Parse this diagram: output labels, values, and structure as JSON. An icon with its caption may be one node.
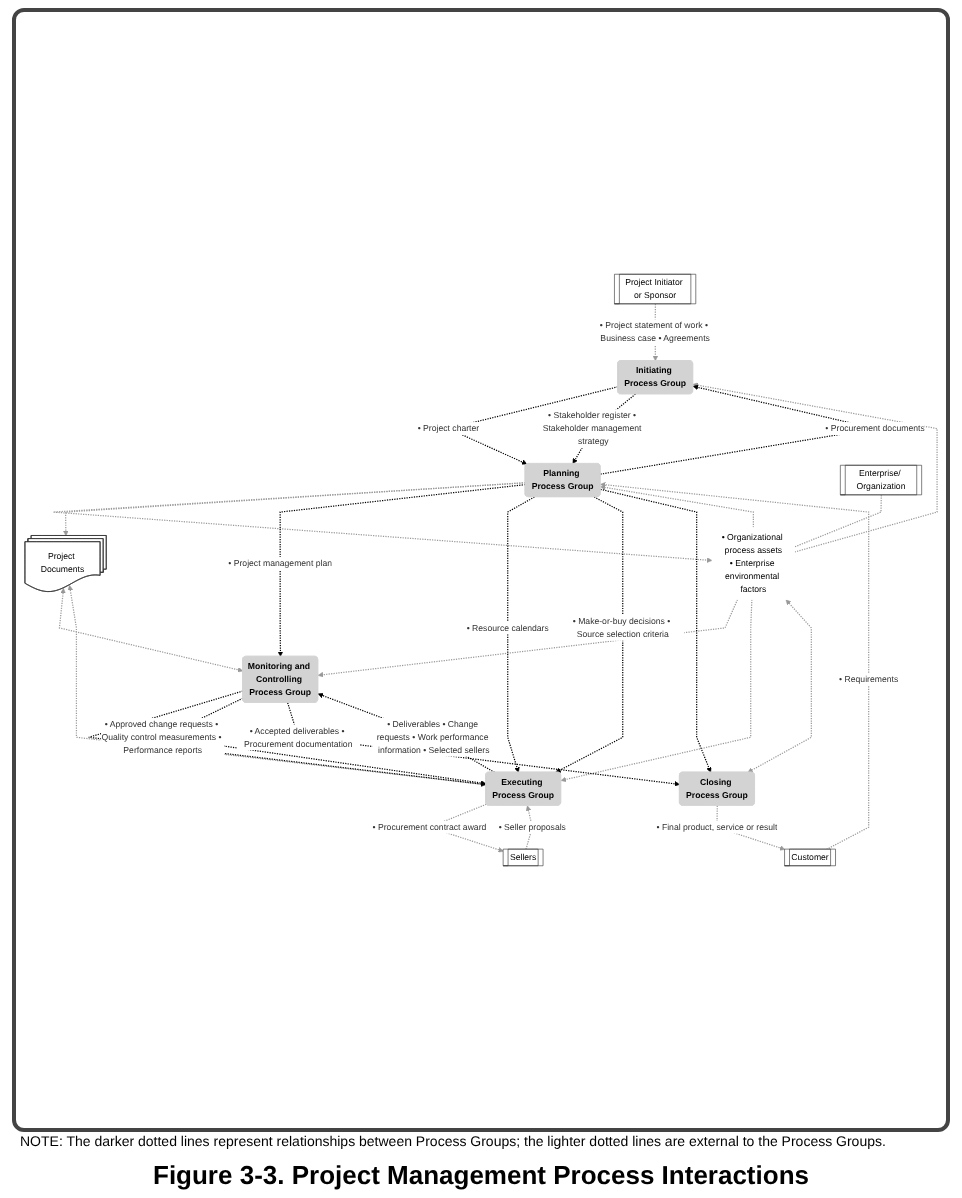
{
  "diagram": {
    "caption": "Figure 3-3. Project Management Process Interactions",
    "nodes": [
      {
        "text": [
          "Project Initiator or Sponsor"
        ]
      },
      {
        "text": [
          "Initiating Process Group"
        ]
      },
      {
        "text": [
          "Planning Process Group"
        ]
      },
      {
        "text": [
          "Project Documents"
        ]
      },
      {
        "text": [
          "Executing Process Group"
        ]
      },
      {
        "text": [
          "Monitoring and Controlling Process Group"
        ]
      },
      {
        "text": [
          "Closing Process Group"
        ]
      },
      {
        "text": [
          "• Organizational process assets",
          "• Enterprise environmental factors"
        ]
      },
      {
        "text": [
          "Enterprise/ Organization"
        ]
      },
      {
        "text": [
          "Customer"
        ]
      },
      {
        "text": [
          "Sellers"
        ]
      }
    ],
    "edges": [
      {
        "from": 0,
        "to": 1,
        "arrow": "to",
        "label": "• Project statement of work • Business case • Agreements",
        "style": "dashed"
      },
      {
        "from": 7,
        "to": 1,
        "arrow": "to",
        "style": "dashed"
      },
      {
        "from": 2,
        "to": 1,
        "arrow": "to",
        "label": "• Procurement documents",
        "style": "dashed",
        "color": "#000000"
      },
      {
        "from": 1,
        "to": 2,
        "arrow": "to",
        "label": "• Project charter",
        "style": "dashed",
        "color": "#000000"
      },
      {
        "from": 1,
        "to": 2,
        "arrow": "to",
        "label": "• Stakeholder register • Stakeholder management strategy",
        "style": "dashed",
        "color": "#000000"
      },
      {
        "from": 7,
        "to": 2,
        "arrow": "to",
        "style": "dashed"
      },
      {
        "from": 2,
        "to": 7,
        "arrow": "to",
        "style": "dashed"
      },
      {
        "from": 8,
        "to": 7,
        "arrow": "none",
        "style": "dashed"
      },
      {
        "from": 7,
        "to": 5,
        "arrow": "to",
        "style": "dashed"
      },
      {
        "from": 7,
        "to": 4,
        "arrow": "to",
        "style": "dashed"
      },
      {
        "from": 2,
        "to": 3,
        "arrow": "to",
        "style": "dashed"
      },
      {
        "from": 3,
        "to": 5,
        "arrow": "both",
        "style": "dashed"
      },
      {
        "from": 3,
        "to": 4,
        "arrow": "both",
        "style": "dashed"
      },
      {
        "from": 2,
        "to": 5,
        "arrow": "to",
        "label": "• Project management plan",
        "style": "dashed",
        "color": "#000000"
      },
      {
        "from": 2,
        "to": 4,
        "arrow": "to",
        "label": "• Resource calendars",
        "style": "dashed",
        "color": "#000000"
      },
      {
        "from": 2,
        "to": 4,
        "arrow": "to",
        "label": "• Make-or-buy decisions • Source selection criteria",
        "style": "dashed",
        "color": "#000000"
      },
      {
        "from": 5,
        "to": 4,
        "arrow": "to",
        "style": "dashed",
        "color": "#000000"
      },
      {
        "from": 9,
        "to": 2,
        "arrow": "to",
        "label": "• Requirements",
        "style": "dashed"
      },
      {
        "from": 5,
        "to": 4,
        "arrow": "to",
        "label": "• Approved change requests • Quality control measurements • Performance reports",
        "style": "dashed",
        "color": "#000000"
      },
      {
        "from": 10,
        "to": 4,
        "arrow": "to",
        "label": "• Seller proposals",
        "style": "dashed"
      },
      {
        "from": 4,
        "to": 10,
        "arrow": "to",
        "label": "• Procurement contract award",
        "style": "dashed"
      },
      {
        "from": 6,
        "to": 9,
        "arrow": "to",
        "label": "• Final product, service or result",
        "style": "dashed"
      },
      {
        "from": 4,
        "to": 5,
        "arrow": "to",
        "label": "• Deliverables • Change requests • Work performance information • Selected sellers",
        "style": "dashed",
        "color": "#000000"
      },
      {
        "from": 2,
        "to": 6,
        "arrow": "to",
        "style": "dashed",
        "color": "#000000"
      },
      {
        "from": 5,
        "to": 6,
        "arrow": "to",
        "label": "• Accepted deliverables • Procurement documentation",
        "style": "dashed",
        "color": "#000000"
      },
      {
        "from": 7,
        "to": 6,
        "arrow": "both",
        "style": "dashed"
      }
    ],
    "labels": [
      "NOTE: The darker dotted lines represent relationships between Process Groups; the lighter dotted lines are external to the Process Groups."
    ]
  }
}
